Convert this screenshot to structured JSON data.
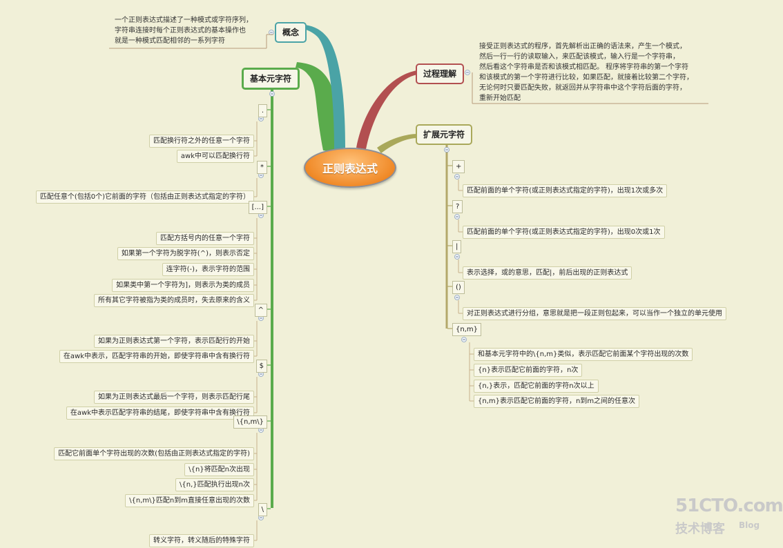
{
  "center": {
    "label": "正则表达式"
  },
  "concept": {
    "label": "概念",
    "lines": [
      "一个正则表达式描述了一种模式或字符序列，",
      "字符串连接时每个正则表达式的基本操作也",
      "就是一种模式匹配相邻的一系列字符"
    ]
  },
  "process": {
    "label": "过程理解",
    "lines": [
      "接受正则表达式的程序，首先解析出正确的语法来，产生一个模式，",
      "然后一行一行的读取输入，来匹配该模式，输入行是一个字符串，",
      "然后看这个字符串是否和该模式相匹配。 程序将字符串的第一个字符",
      "和该模式的第一个字符进行比较，如果匹配，就接着比较第二个字符，",
      "无论何时只要匹配失败，就返回并从字符串中这个字符后面的字符，",
      "重新开始匹配"
    ]
  },
  "basic": {
    "label": "基本元字符",
    "groups": [
      {
        "symbol": ".",
        "items": [
          "匹配换行符之外的任意一个字符",
          "awk中可以匹配换行符"
        ]
      },
      {
        "symbol": "*",
        "items": [
          "匹配任意个(包括0个)它前面的字符（包括由正则表达式指定的字符）"
        ]
      },
      {
        "symbol": "[...]",
        "items": [
          "匹配方括号内的任意一个字符",
          "如果第一个字符为脱字符(^)，则表示否定",
          "连字符(-)，表示字符的范围",
          "如果类中第一个字符为]，则表示为类的成员",
          "所有其它字符被指为类的成员时，失去原来的含义"
        ]
      },
      {
        "symbol": "^",
        "items": [
          "如果为正则表达式第一个字符，表示匹配行的开始",
          "在awk中表示，匹配字符串的开始，即使字符串中含有换行符"
        ]
      },
      {
        "symbol": "$",
        "items": [
          "如果为正则表达式最后一个字符，则表示匹配行尾",
          "在awk中表示匹配字符串的结尾，即使字符串中含有换行符"
        ]
      },
      {
        "symbol": "\\{n,m\\}",
        "items": [
          "匹配它前面单个字符出现的次数(包括由正则表达式指定的字符)",
          "\\{n}将匹配n次出现",
          "\\{n,}匹配执行出现n次",
          "\\{n,m\\}匹配n到m直接任意出现的次数"
        ]
      },
      {
        "symbol": "\\",
        "items": [
          "转义字符，转义随后的特殊字符"
        ]
      }
    ]
  },
  "extended": {
    "label": "扩展元字符",
    "groups": [
      {
        "symbol": "+",
        "items": [
          "匹配前面的单个字符(或正则表达式指定的字符)，出现1次或多次"
        ]
      },
      {
        "symbol": "?",
        "items": [
          "匹配前面的单个字符(或正则表达式指定的字符)，出现0次或1次"
        ]
      },
      {
        "symbol": "|",
        "items": [
          "表示选择，或的意思，匹配|，前后出现的正则表达式"
        ]
      },
      {
        "symbol": "()",
        "items": [
          "对正则表达式进行分组，意思就是把一段正则包起来，可以当作一个独立的单元使用"
        ]
      },
      {
        "symbol": "{n,m}",
        "items": [
          "和基本元字符中的\\{n,m}类似，表示匹配它前面某个字符出现的次数",
          "{n}表示匹配它前面的字符，n次",
          "{n,}表示，匹配它前面的字符n次以上",
          "{n,m}表示匹配它前面的字符，n到m之间的任意次"
        ]
      }
    ]
  },
  "watermark": {
    "site": "51CTO.com",
    "sub": "技术博客",
    "blog": "Blog"
  },
  "colors": {
    "basic_branch": "#5aab4c",
    "concept_branch": "#4aa3a6",
    "process_branch": "#b24f50",
    "extended_branch": "#a9a85a",
    "center_fill": "#f08a28"
  }
}
